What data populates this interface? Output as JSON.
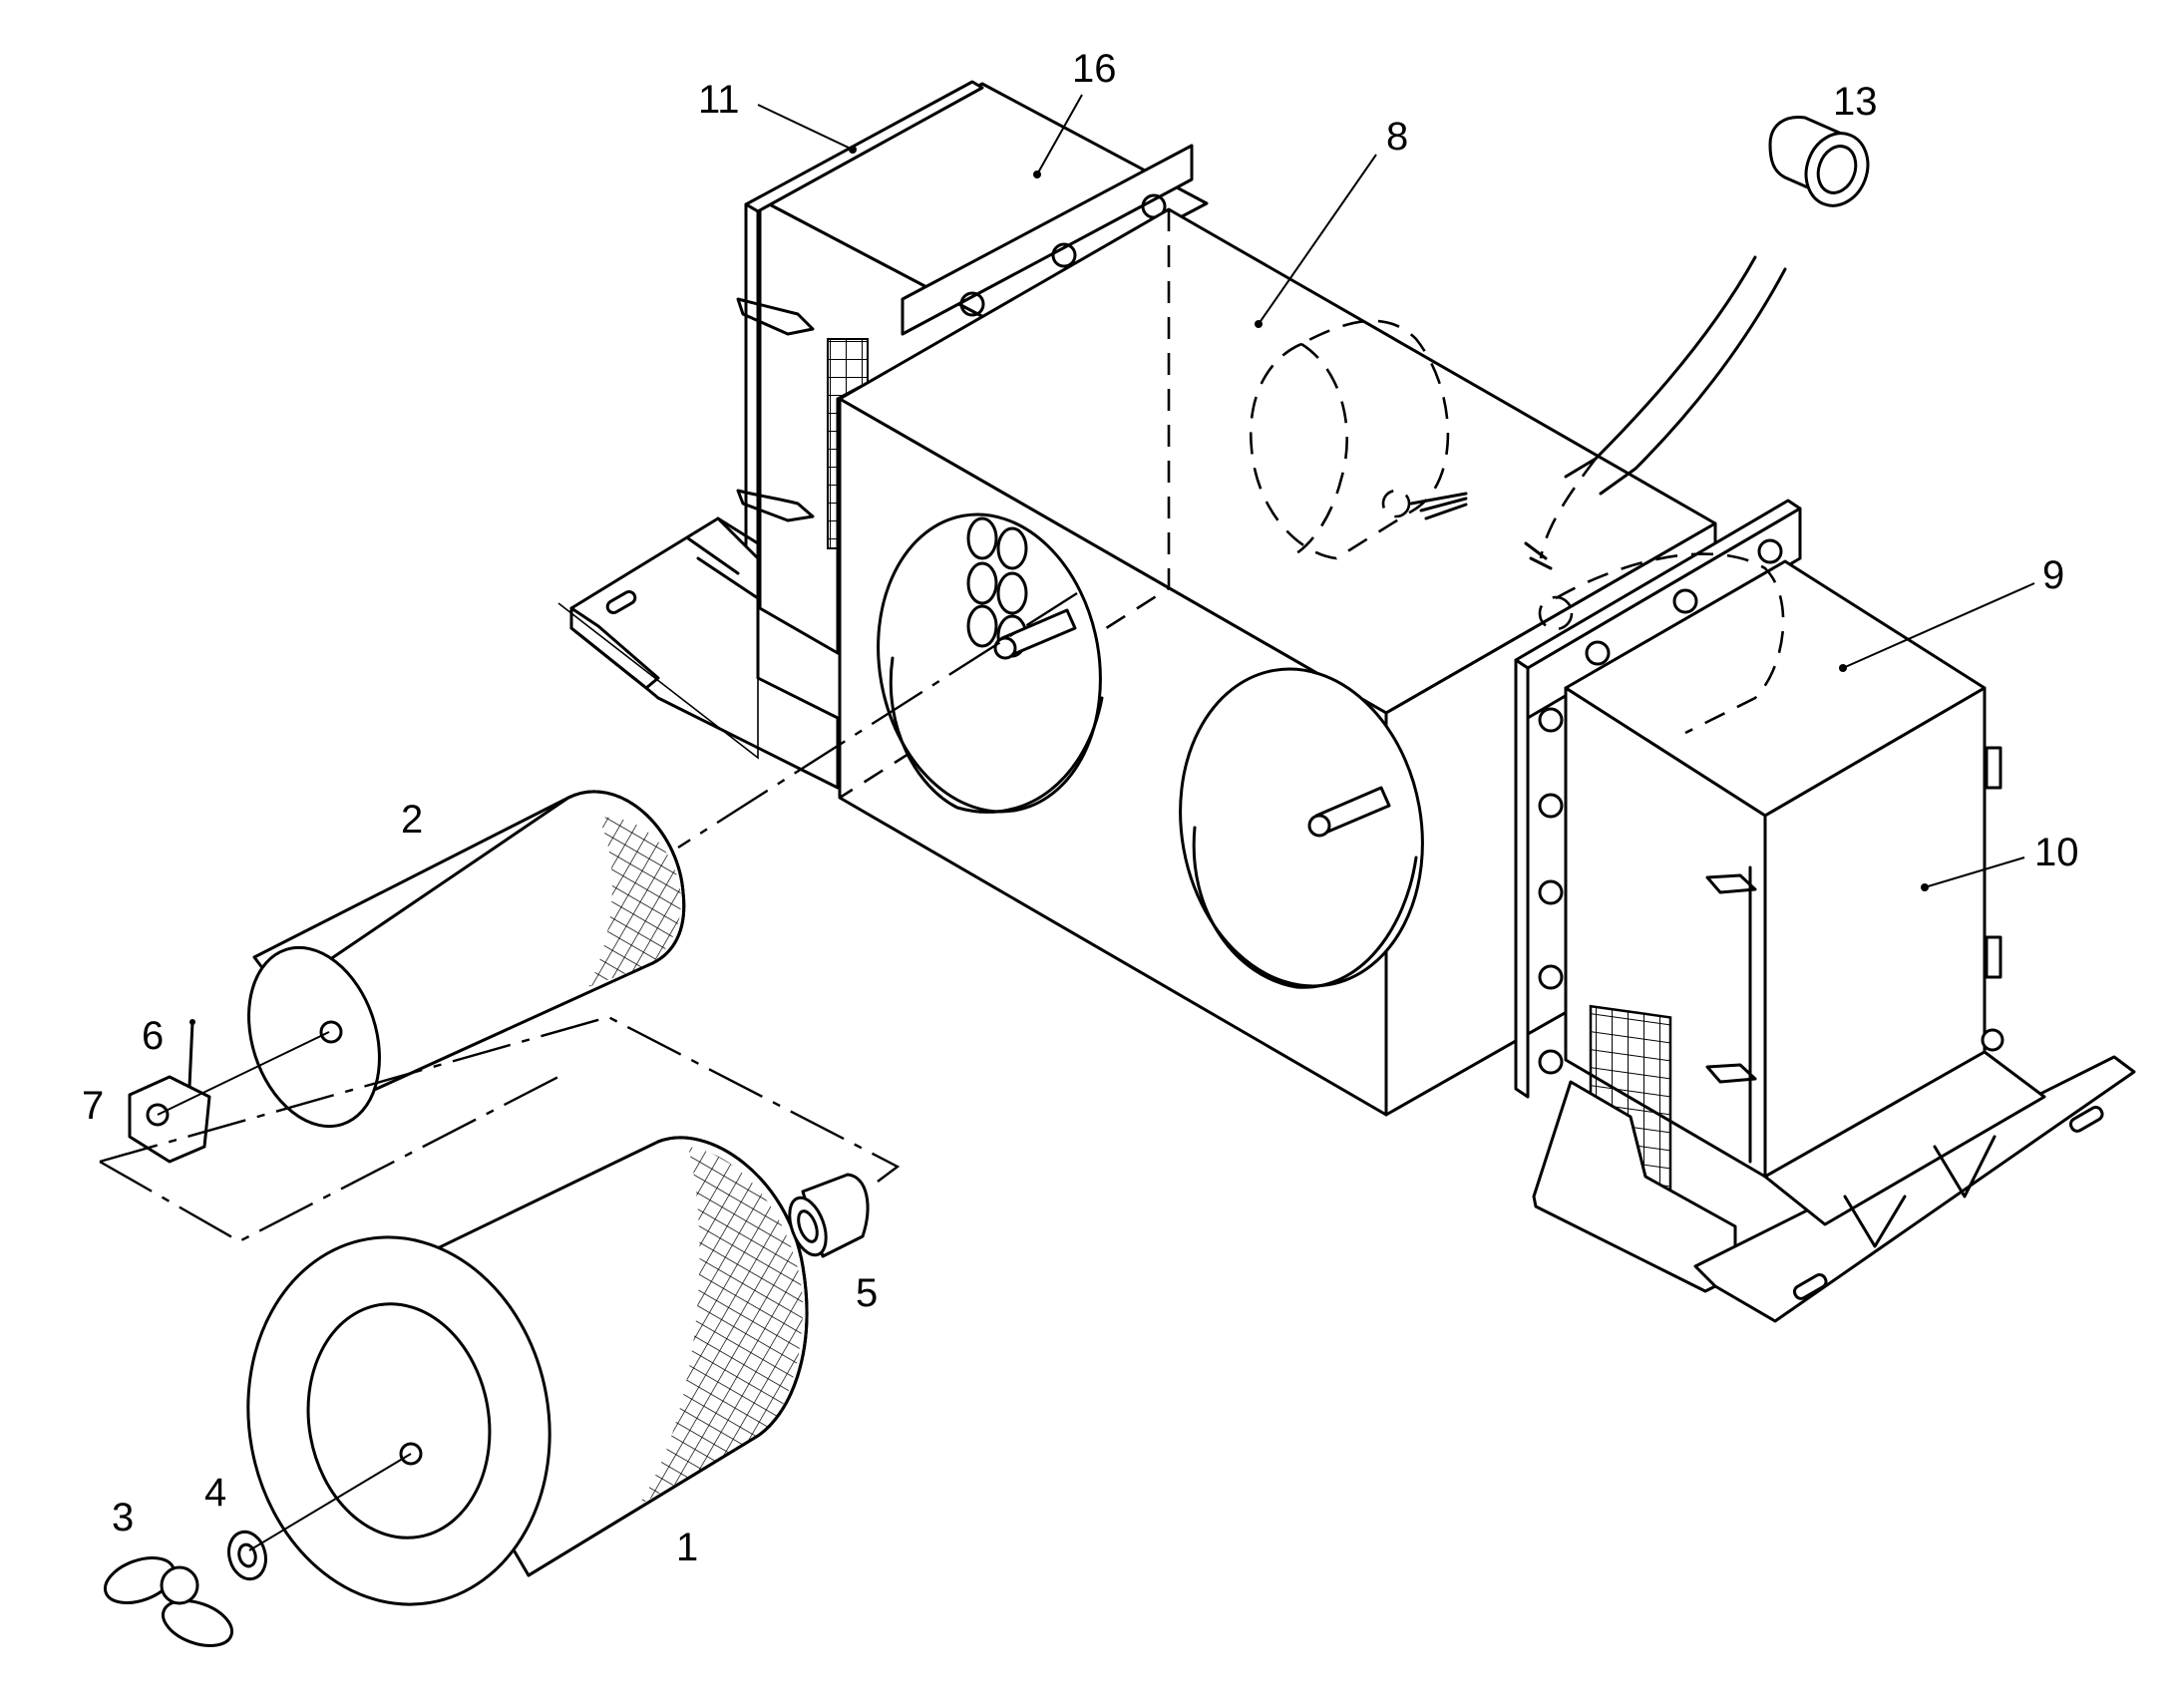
{
  "callouts": {
    "c1": "1",
    "c2": "2",
    "c3": "3",
    "c4": "4",
    "c5": "5",
    "c6": "6",
    "c7": "7",
    "c8": "8",
    "c9": "9",
    "c10": "10",
    "c11": "11",
    "c13": "13",
    "c16": "16"
  }
}
